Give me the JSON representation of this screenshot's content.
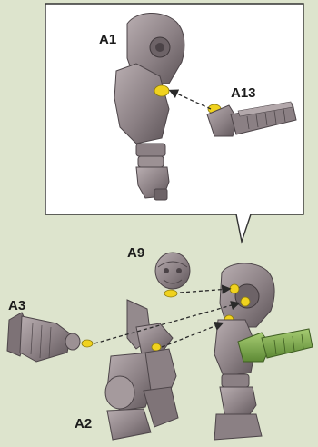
{
  "instruction_step": {
    "callout_labels": {
      "torso": "A1",
      "weapon_arm": "A13"
    },
    "main_labels": {
      "head": "A9",
      "arm": "A3",
      "legs": "A2"
    }
  },
  "colors": {
    "background": "#dde4cd",
    "panel": "#ffffff",
    "plastic_grey": "#8b8084",
    "plastic_dark": "#5d5458",
    "plastic_light": "#b9aeb1",
    "peg_yellow": "#f0d21e",
    "assembled_weapon_green": "#7aa64a"
  }
}
